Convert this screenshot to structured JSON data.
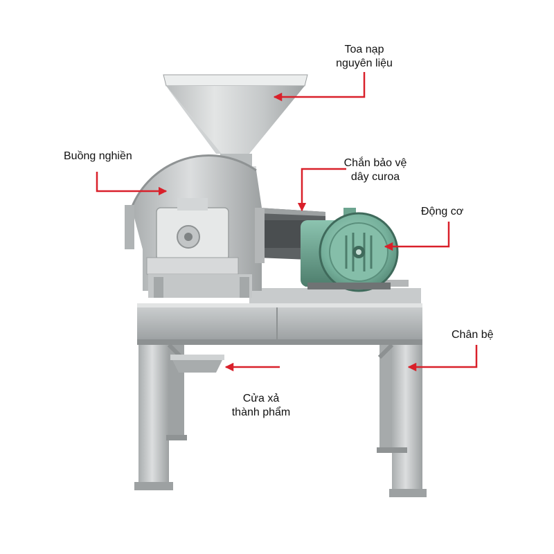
{
  "diagram": {
    "labels": {
      "hopper": [
        "Toa nạp",
        "nguyên liệu"
      ],
      "crushing_chamber": [
        "Buồng nghiền"
      ],
      "belt_guard": [
        "Chắn bảo vệ",
        "dây curoa"
      ],
      "motor": [
        "Động cơ"
      ],
      "base_stand": [
        "Chân bệ"
      ],
      "discharge_outlet": [
        "Cửa xả",
        "thành phẩm"
      ]
    },
    "colors": {
      "arrow": "#d9202a",
      "steel_light": "#d6d8d8",
      "steel_mid": "#b5b8b9",
      "steel_dark": "#8d9192",
      "motor_green": "#7fb8a4",
      "motor_dark": "#4d7d6c",
      "text": "#111111"
    }
  }
}
